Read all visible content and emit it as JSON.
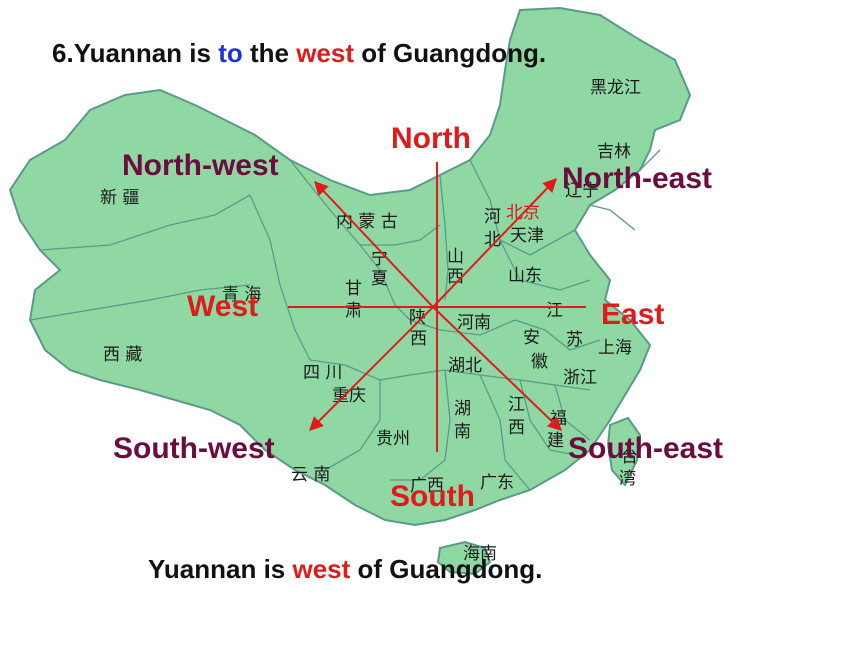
{
  "sentence_top": {
    "number": "6.",
    "part1": "Yuannan is ",
    "highlight_to": "to",
    "part2": " the ",
    "highlight_west": "west",
    "part3": " of Guangdong."
  },
  "sentence_bottom": {
    "part1": "Yuannan is ",
    "highlight_west": "west",
    "part2": " of Guangdong."
  },
  "directions": {
    "north": "North",
    "south": "South",
    "east": "East",
    "west": "West",
    "north_west": "North-west",
    "north_east": "North-east",
    "south_west": "South-west",
    "south_east": "South-east"
  },
  "provinces": {
    "heilongjiang": "黑龙江",
    "jilin": "吉林",
    "liaoning": "辽宁",
    "xinjiang": "新 疆",
    "neimenggu": "内 蒙 古",
    "hebei_1": "河",
    "hebei_2": "北",
    "beijing": "北京",
    "tianjin": "天津",
    "ningxia_1": "宁",
    "ningxia_2": "夏",
    "shanxi_1": "山",
    "shanxi_2": "西",
    "shandong": "山东",
    "qinghai": "青 海",
    "gansu_1": "甘",
    "gansu_2": "肃",
    "shaanxi_1": "陕",
    "shaanxi_2": "西",
    "henan": "河南",
    "jiangsu_1": "江",
    "jiangsu_2": "苏",
    "anhui_1": "安",
    "anhui_2": "徽",
    "shanghai": "上海",
    "xizang": "西 藏",
    "sichuan": "四 川",
    "chongqing": "重庆",
    "hubei": "湖北",
    "zhejiang": "浙江",
    "hunan_1": "湖",
    "hunan_2": "南",
    "jiangxi_1": "江",
    "jiangxi_2": "西",
    "fujian_1": "福",
    "fujian_2": "建",
    "guizhou": "贵州",
    "yunnan": "云 南",
    "guangxi": "广西",
    "guangdong": "广东",
    "taiwan_1": "台",
    "taiwan_2": "湾",
    "hainan": "海南"
  },
  "colors": {
    "land": "#8fd8a4",
    "border": "#5c9a88",
    "arrow": "#e01b1b",
    "maroon": "#6b0d3e",
    "blue": "#1f33d6"
  }
}
